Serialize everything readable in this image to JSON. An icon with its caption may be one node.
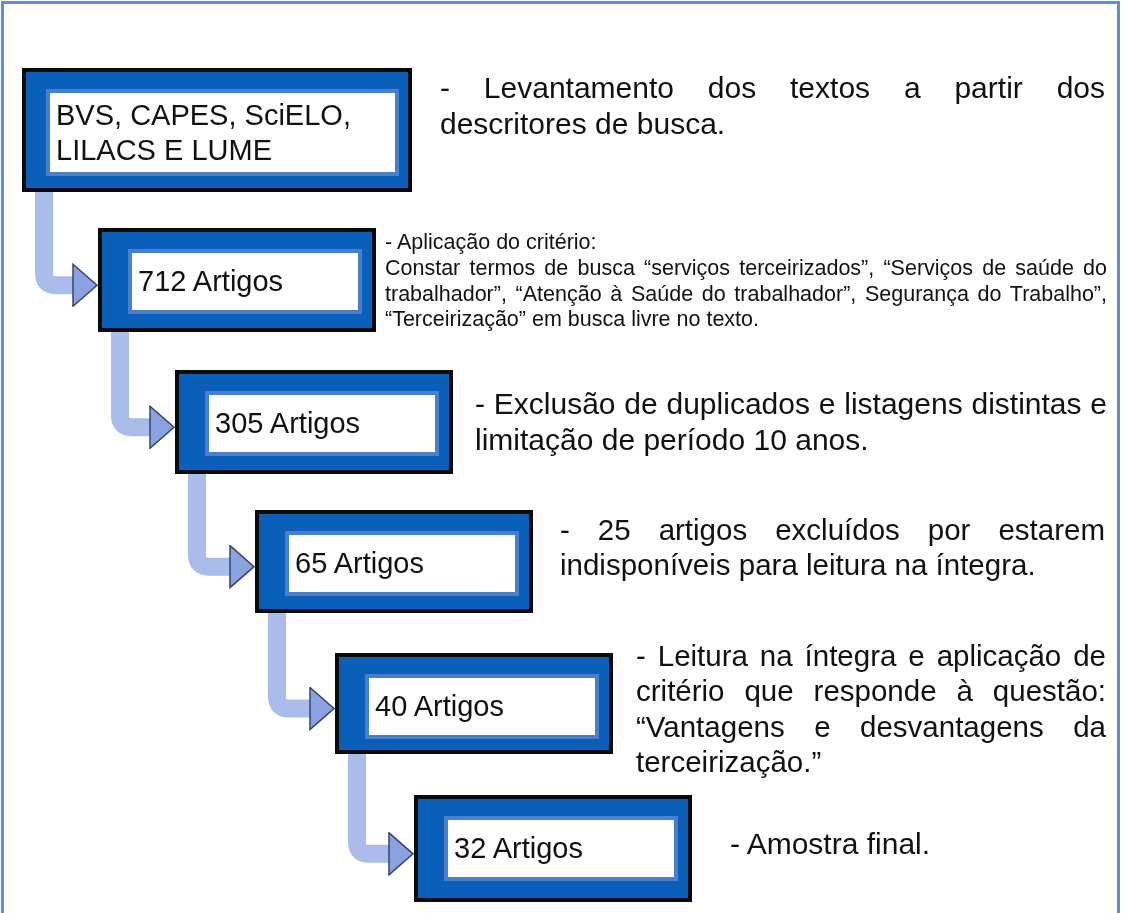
{
  "diagram": {
    "nodes": [
      {
        "text": [
          "BVS, CAPES, SciELO, LILACS E LUME"
        ],
        "beside": [
          "- Levantamento dos textos a partir dos descritores de busca."
        ]
      },
      {
        "text": [
          "712 Artigos"
        ],
        "beside": [
          "- Aplicação do critério:",
          "Constar termos de busca “serviços terceirizados”, “Serviços de saúde do trabalhador”, “Atenção à Saúde do trabalhador”, Segurança do Trabalho”, “Terceirização” em busca livre no texto."
        ]
      },
      {
        "text": [
          "305 Artigos"
        ],
        "beside": [
          "- Exclusão de duplicados e listagens distintas e limitação de período 10 anos."
        ]
      },
      {
        "text": [
          "65 Artigos"
        ],
        "beside": [
          "- 25 artigos excluídos por estarem indisponíveis para leitura na íntegra."
        ]
      },
      {
        "text": [
          "40 Artigos"
        ],
        "beside": [
          "- Leitura na íntegra e aplicação de critério que responde à questão: “Vantagens e desvantagens da terceirização.”"
        ]
      },
      {
        "text": [
          "32 Artigos"
        ],
        "beside": [
          "- Amostra final."
        ]
      }
    ],
    "edges": [
      {
        "from": 0,
        "to": 1,
        "arrow": "to"
      },
      {
        "from": 1,
        "to": 2,
        "arrow": "to"
      },
      {
        "from": 2,
        "to": 3,
        "arrow": "to"
      },
      {
        "from": 3,
        "to": 4,
        "arrow": "to"
      },
      {
        "from": 4,
        "to": 5,
        "arrow": "to"
      }
    ]
  }
}
